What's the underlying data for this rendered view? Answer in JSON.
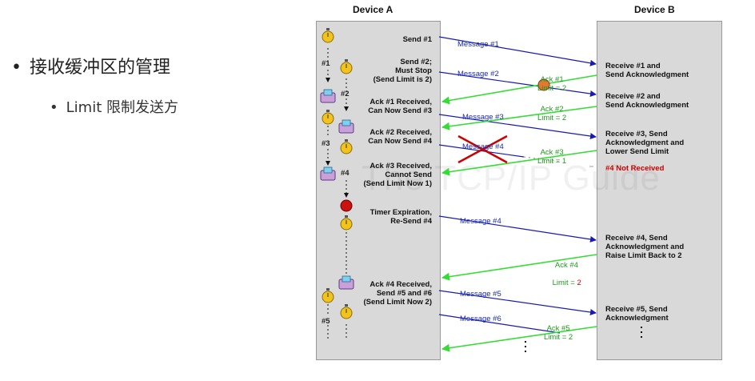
{
  "bullets": {
    "main": "接收缓冲区的管理",
    "sub": "Limit 限制发送方"
  },
  "diagram": {
    "device_a_title": "Device A",
    "device_b_title": "Device B",
    "watermark": "The TCP/IP Guide",
    "a_labels": {
      "send1": "Send #1",
      "send2": "Send #2;\nMust Stop\n(Send Limit is 2)",
      "ack1": "Ack #1 Received,\nCan Now Send #3",
      "ack2": "Ack #2 Received,\nCan Now Send #4",
      "ack3": "Ack #3 Received,\nCannot Send\n(Send Limit Now 1)",
      "timer": "Timer Expiration,\nRe-Send #4",
      "ack4": "Ack #4 Received,\nSend #5 and #6\n(Send Limit Now 2)"
    },
    "b_labels": {
      "recv1": "Receive #1 and\nSend Acknowledgment",
      "recv2": "Receive #2 and\nSend Acknowledgment",
      "recv3": "Receive #3, Send\nAcknowledgment and\nLower Send Limit",
      "notreceived": "#4 Not Received",
      "recv4": "Receive #4, Send\nAcknowledgment and\nRaise Limit Back to 2",
      "recv5": "Receive #5, Send\nAcknowledgment"
    },
    "messages": {
      "m1": "Message #1",
      "m2": "Message #2",
      "m3": "Message #3",
      "m4lost": "Message #4",
      "m4": "Message #4",
      "m5": "Message #5",
      "m6": "Message #6"
    },
    "acks": {
      "a1": "Ack #1\nLimit = 2",
      "a2": "Ack #2\nLimit = 2",
      "a3": "Ack #3\nLimit = 1",
      "a4_line1": "Ack #4",
      "a4_line2_prefix": "Limit = ",
      "a4_line2_value": "2",
      "a5": "Ack #5\nLimit = 2"
    },
    "slots": {
      "s1": "#1",
      "s2": "#2",
      "s3": "#3",
      "s4": "#4",
      "s5": "#5"
    },
    "colors": {
      "message_arrow": "#1a1ab0",
      "ack_arrow": "#33dd33",
      "lost_cross": "#cc0000",
      "panel": "#d9d9d9"
    }
  }
}
